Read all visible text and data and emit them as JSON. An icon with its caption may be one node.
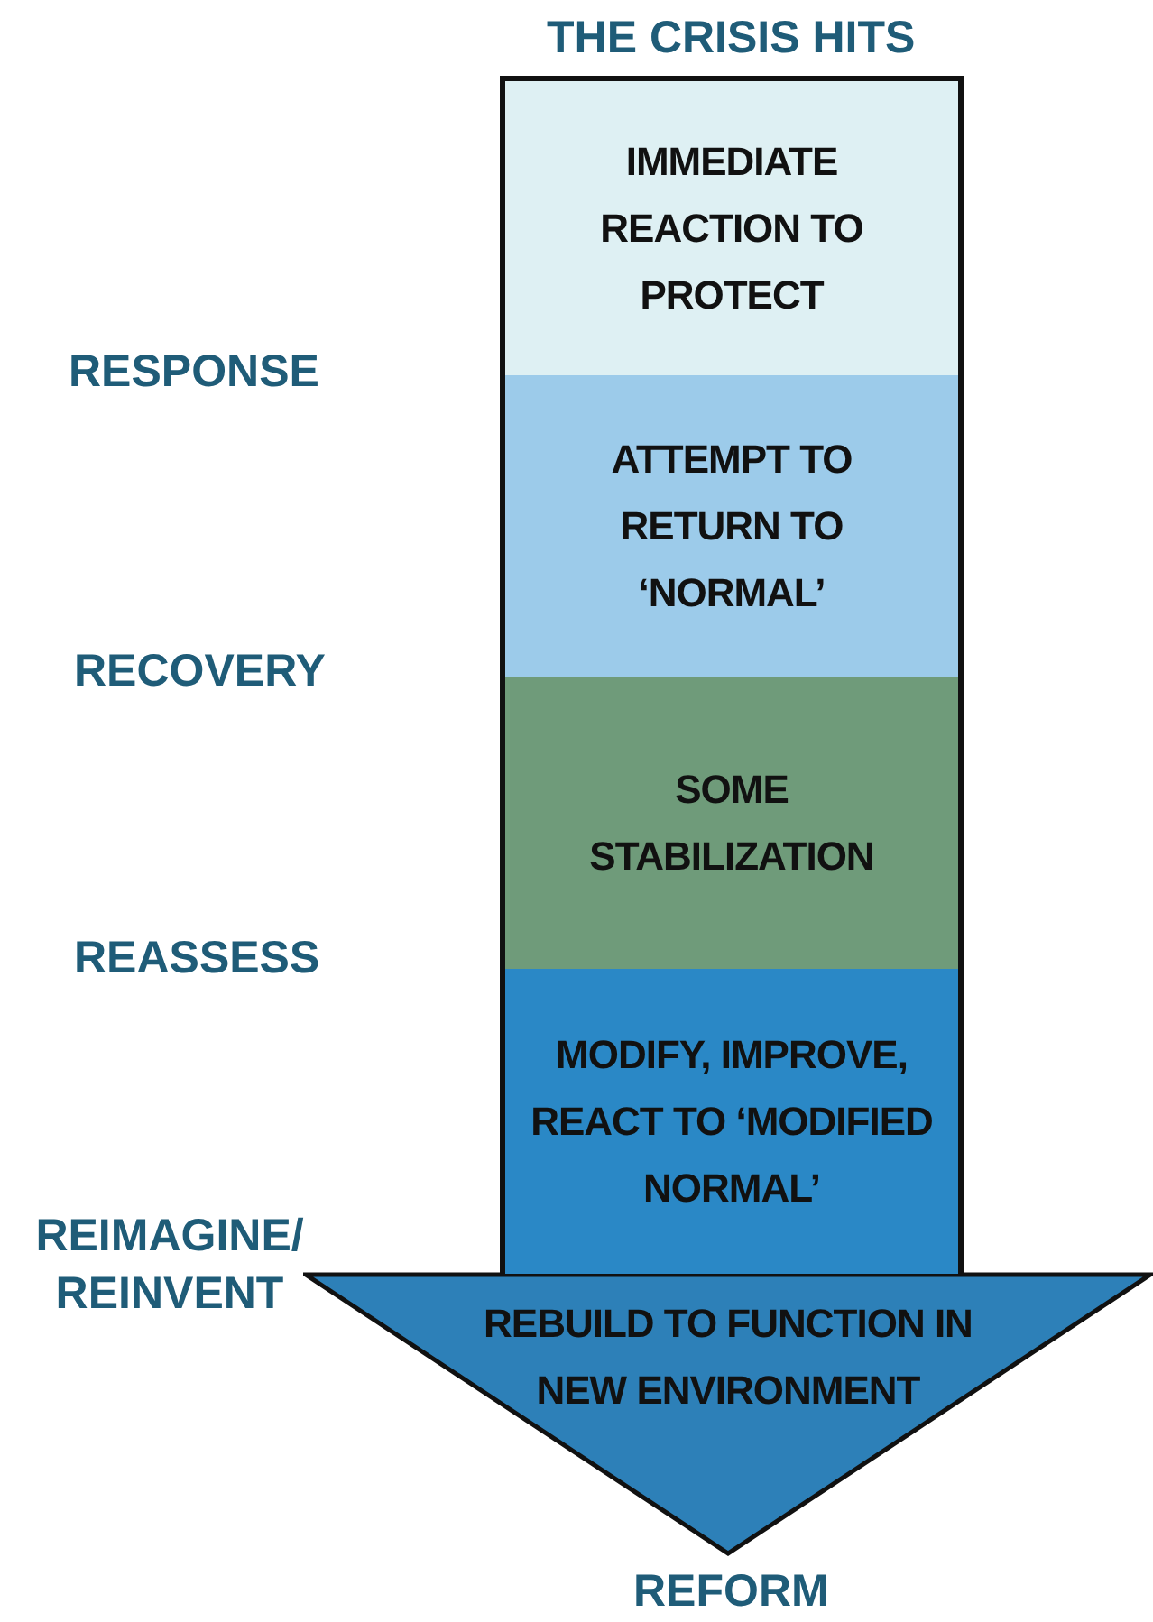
{
  "diagram": {
    "nodes": [
      {
        "text": [
          "IMMEDIATE REACTION TO PROTECT"
        ]
      },
      {
        "text": [
          "ATTEMPT TO RETURN TO ‘NORMAL’"
        ]
      },
      {
        "text": [
          "SOME STABILIZATION"
        ]
      },
      {
        "text": [
          "MODIFY, IMPROVE, REACT TO ‘MODIFIED NORMAL’"
        ]
      },
      {
        "text": [
          "REBUILD TO FUNCTION IN NEW ENVIRONMENT"
        ]
      }
    ],
    "edges": [],
    "labels": [
      "THE CRISIS HITS",
      "RESPONSE",
      "RECOVERY",
      "REASSESS",
      "REIMAGINE/ REINVENT",
      "REFORM"
    ]
  }
}
